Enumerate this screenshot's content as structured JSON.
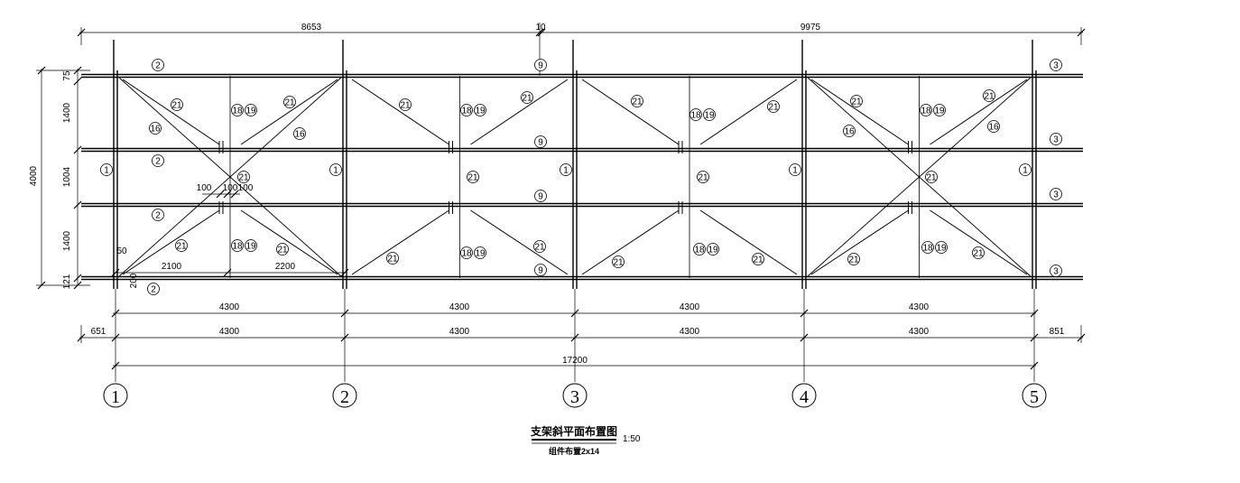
{
  "top_dims": {
    "left": "8653",
    "mid": "10",
    "right": "9975"
  },
  "left_dims": {
    "total": "4000",
    "d1": "75",
    "d2": "1400",
    "d3": "1004",
    "d4": "1400",
    "d5": "121"
  },
  "bay_dims_row1": [
    "4300",
    "4300",
    "4300",
    "4300"
  ],
  "bay_dims_row2": [
    "4300",
    "4300",
    "4300",
    "4300"
  ],
  "end_dims": {
    "left": "651",
    "right": "851"
  },
  "total_dim": "17200",
  "axis_labels": [
    "1",
    "2",
    "3",
    "4",
    "5"
  ],
  "small_dims": {
    "d100a": "100",
    "d100b": "100",
    "d100c": "100",
    "d50": "50",
    "d2100": "2100",
    "d2200": "2200",
    "d200": "200"
  },
  "marks": {
    "m1": "1",
    "m2": "2",
    "m3": "3",
    "m9": "9",
    "m16": "16",
    "m18": "18",
    "m19": "19",
    "m21": "21"
  },
  "title": {
    "main": "支架斜平面布置图",
    "scale": "1:50",
    "sub": "组件布置2x14"
  }
}
